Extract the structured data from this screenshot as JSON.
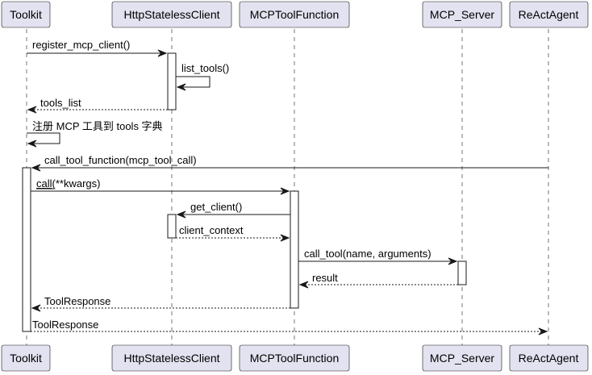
{
  "participants": [
    {
      "id": "toolkit",
      "label": "Toolkit"
    },
    {
      "id": "http",
      "label": "HttpStatelessClient"
    },
    {
      "id": "mcpfn",
      "label": "MCPToolFunction"
    },
    {
      "id": "server",
      "label": "MCP_Server"
    },
    {
      "id": "agent",
      "label": "ReActAgent"
    }
  ],
  "messages": [
    {
      "id": "m1",
      "label": "register_mcp_client()",
      "from": "toolkit",
      "to": "http",
      "style": "solid"
    },
    {
      "id": "m2",
      "label": "list_tools()",
      "from": "http",
      "to": "http",
      "style": "solid"
    },
    {
      "id": "m3",
      "label": "tools_list",
      "from": "http",
      "to": "toolkit",
      "style": "dashed"
    },
    {
      "id": "m4",
      "label": "注册 MCP 工具到 tools 字典",
      "from": "toolkit",
      "to": "toolkit",
      "style": "solid"
    },
    {
      "id": "m5",
      "label": "call_tool_function(mcp_tool_call)",
      "from": "agent",
      "to": "toolkit",
      "style": "solid"
    },
    {
      "id": "m6",
      "label_prefix": "call",
      "label_suffix": "(**kwargs)",
      "from": "toolkit",
      "to": "mcpfn",
      "style": "solid"
    },
    {
      "id": "m7",
      "label": "get_client()",
      "from": "mcpfn",
      "to": "http",
      "style": "solid"
    },
    {
      "id": "m8",
      "label": "client_context",
      "from": "http",
      "to": "mcpfn",
      "style": "dashed"
    },
    {
      "id": "m9",
      "label": "call_tool(name, arguments)",
      "from": "mcpfn",
      "to": "server",
      "style": "solid"
    },
    {
      "id": "m10",
      "label": "result",
      "from": "server",
      "to": "mcpfn",
      "style": "dashed"
    },
    {
      "id": "m11",
      "label": "ToolResponse",
      "from": "mcpfn",
      "to": "toolkit",
      "style": "dashed"
    },
    {
      "id": "m12",
      "label": "ToolResponse",
      "from": "toolkit",
      "to": "agent",
      "style": "dashed"
    }
  ]
}
